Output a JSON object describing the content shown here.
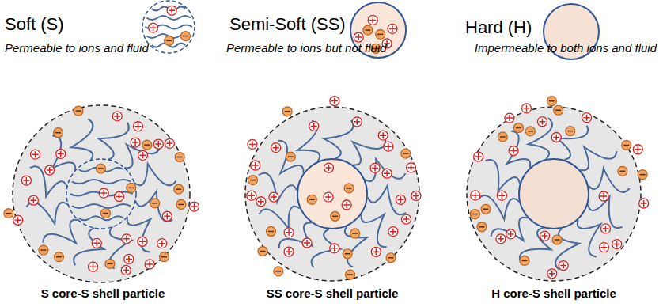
{
  "diagram": {
    "labels": [
      "Soft (S)",
      "Permeable to ions and fluid",
      "Semi-Soft (SS)",
      "Permeable to ions but not fluid",
      "Hard (H)",
      "Impermeable to both ions and fluid",
      "S core-S shell particle",
      "SS core-S shell particle",
      "H core-S shell particle"
    ]
  }
}
